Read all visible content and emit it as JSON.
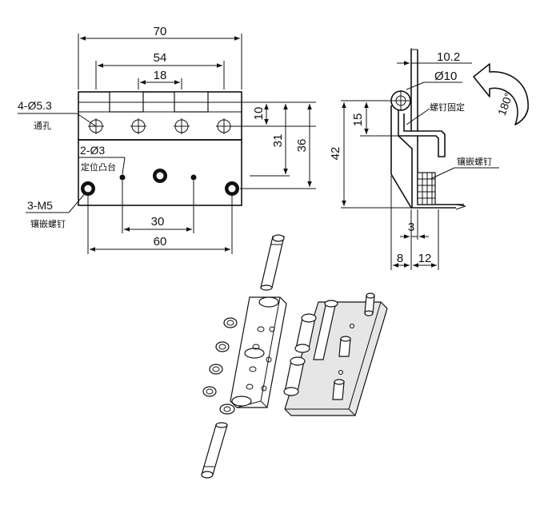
{
  "front_view": {
    "overall_width": "70",
    "hole_spacing": "54",
    "inner_spacing": "18",
    "through_hole_spec": "4-Ø5.3",
    "through_hole_note": "通孔",
    "locating_spec": "2-Ø3",
    "locating_note": "定位凸台",
    "insert_spec": "3-M5",
    "insert_note": "镶嵌螺钉",
    "dim_30": "30",
    "dim_60": "60",
    "dim_10": "10",
    "dim_31": "31",
    "dim_36": "36"
  },
  "side_view": {
    "dim_10_2": "10.2",
    "pin_diameter": "Ø10",
    "screw_fixed_note": "螺钉固定",
    "dim_15": "15",
    "dim_42": "42",
    "insert_note": "镶嵌螺钉",
    "dim_3": "3",
    "dim_8": "8",
    "dim_12": "12",
    "rotation_label": "180°"
  }
}
